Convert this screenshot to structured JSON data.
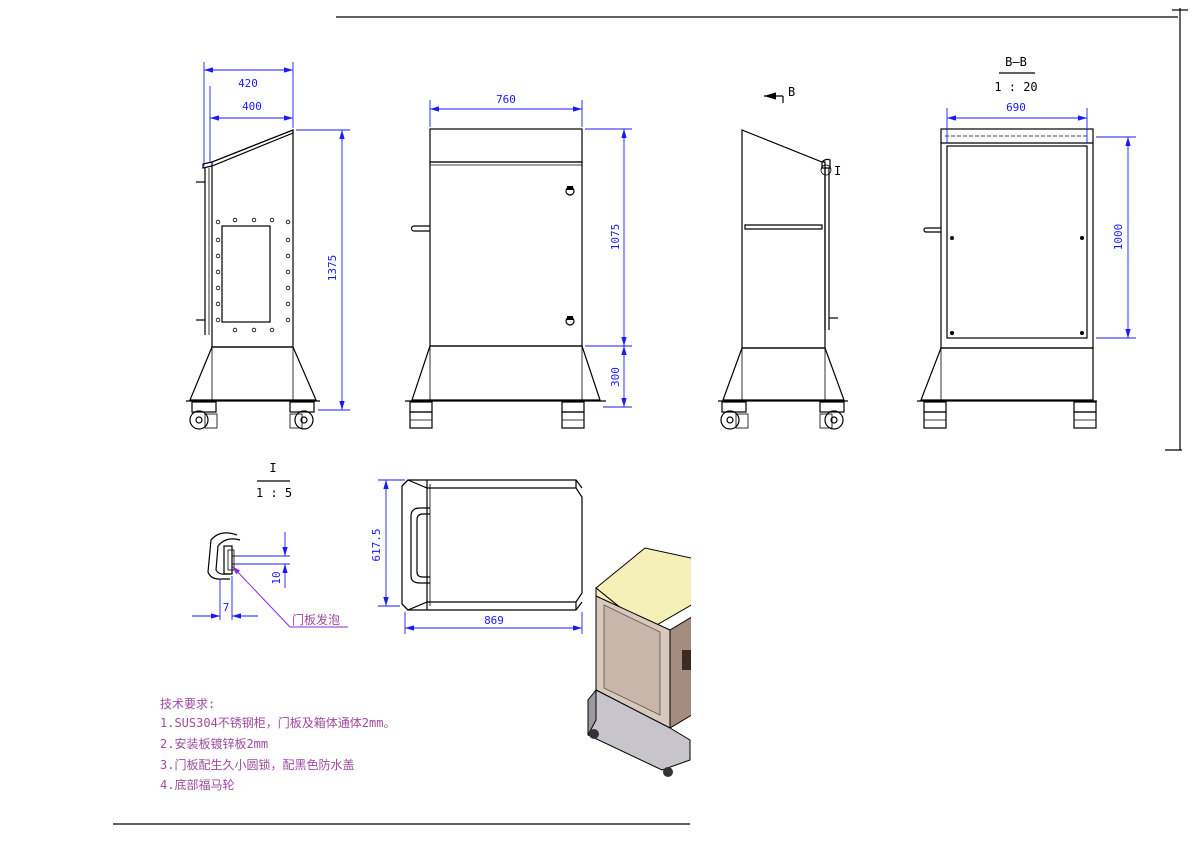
{
  "dims": {
    "w420": "420",
    "w400": "400",
    "h1375": "1375",
    "w760": "760",
    "h1075": "1075",
    "h300": "300",
    "w690": "690",
    "h1000": "1000",
    "w869": "869",
    "d617": "617.5",
    "d10": "10",
    "d7": "7"
  },
  "labels": {
    "section_marker": "B",
    "section_title": "B—B",
    "section_scale": "1 : 20",
    "detail_marker": "I",
    "detail_title": "I",
    "detail_scale": "1 : 5",
    "foam_callout": "门板发泡"
  },
  "notes": {
    "heading": "技术要求:",
    "items": [
      "1.SUS304不锈钢柜，门板及箱体通体2mm。",
      "2.安装板镀锌板2mm",
      "3.门板配生久小圆锁，配黑色防水盖",
      "4.底部福马轮"
    ]
  },
  "colors": {
    "dimension": "#1a1aff",
    "notes": "#a04ba0",
    "linework": "#000000",
    "iso_top": "#f4f0b8",
    "iso_glass": "#d9c8bc"
  }
}
